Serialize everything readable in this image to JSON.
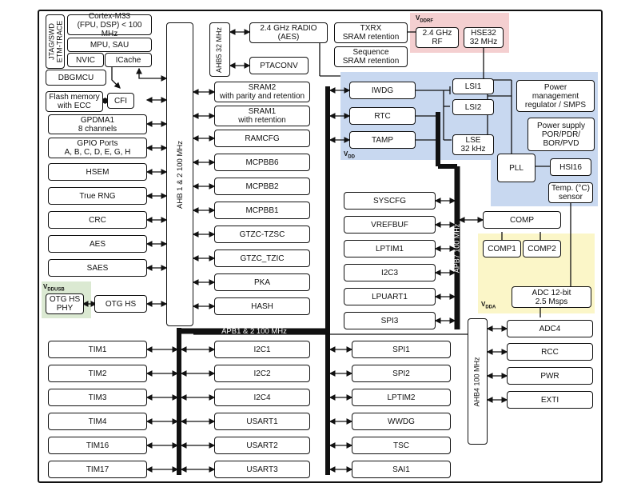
{
  "regions": {
    "vddrf": "V",
    "vddrf_sub": "DDRF",
    "vdd": "V",
    "vdd_sub": "DD",
    "vddusb": "V",
    "vddusb_sub": "DDUSB",
    "vdda": "V",
    "vdda_sub": "DDA"
  },
  "core": {
    "jtag": "JTAG/SWD\nETM-TRACE",
    "cortex": "Cortex-M33\n(FPU, DSP) < 100 MHz",
    "mpu": "MPU, SAU",
    "nvic": "NVIC",
    "icache": "ICache",
    "dbgmcu": "DBGMCU",
    "flash": "Flash memory\nwith ECC",
    "cfi": "CFI"
  },
  "left_peripherals": [
    "GPDMA1\n8 channels",
    "GPIO Ports\nA, B, C, D, E, G, H",
    "HSEM",
    "True RNG",
    "CRC",
    "AES",
    "SAES"
  ],
  "usb": {
    "phy": "OTG HS\nPHY",
    "otg": "OTG HS"
  },
  "ahb12_label": "AHB 1 & 2 100 MHz",
  "ahb5_label": "AHB5 32 MHz",
  "radio": "2.4 GHz RADIO\n(AES)",
  "ptaconv": "PTACONV",
  "txrx": "TXRX\nSRAM retention",
  "sequence": "Sequence\nSRAM retention",
  "rf": "2.4 GHz\nRF",
  "hse": "HSE32\n32 MHz",
  "ahb_memories": [
    "SRAM2\nwith parity and retention",
    "SRAM1\nwith retention",
    "RAMCFG",
    "MCPBB6",
    "MCPBB2",
    "MCPBB1",
    "GTZC-TZSC",
    "GTZC_TZIC",
    "PKA",
    "HASH"
  ],
  "vdd_domain": {
    "iwdg": "IWDG",
    "rtc": "RTC",
    "tamp": "TAMP",
    "lsi1": "LSI1",
    "lsi2": "LSI2",
    "lse": "LSE\n32 kHz",
    "power_mgmt": "Power\nmanagement\nregulator / SMPS",
    "power_supply": "Power supply\nPOR/PDR/\nBOR/PVD",
    "pll": "PLL",
    "hsi16": "HSI16",
    "temp": "Temp. (°C)\nsensor"
  },
  "apb7_label": "APB7 100 MHz",
  "apb7_items": [
    "SYSCFG",
    "VREFBUF",
    "LPTIM1",
    "I2C3",
    "LPUART1",
    "SPI3"
  ],
  "comp": {
    "comp": "COMP",
    "comp1": "COMP1",
    "comp2": "COMP2"
  },
  "adc": "ADC 12-bit\n2.5 Msps",
  "ahb4_label": "AHB4 100 MHz",
  "ahb4_items": [
    "ADC4",
    "RCC",
    "PWR",
    "EXTI"
  ],
  "apb12_label": "APB1 & 2 100 MHz",
  "timers": [
    "TIM1",
    "TIM2",
    "TIM3",
    "TIM4",
    "TIM16",
    "TIM17"
  ],
  "apb_mid": [
    "I2C1",
    "I2C2",
    "I2C4",
    "USART1",
    "USART2",
    "USART3"
  ],
  "apb_right": [
    "SPI1",
    "SPI2",
    "LPTIM2",
    "WWDG",
    "TSC",
    "SAI1"
  ]
}
